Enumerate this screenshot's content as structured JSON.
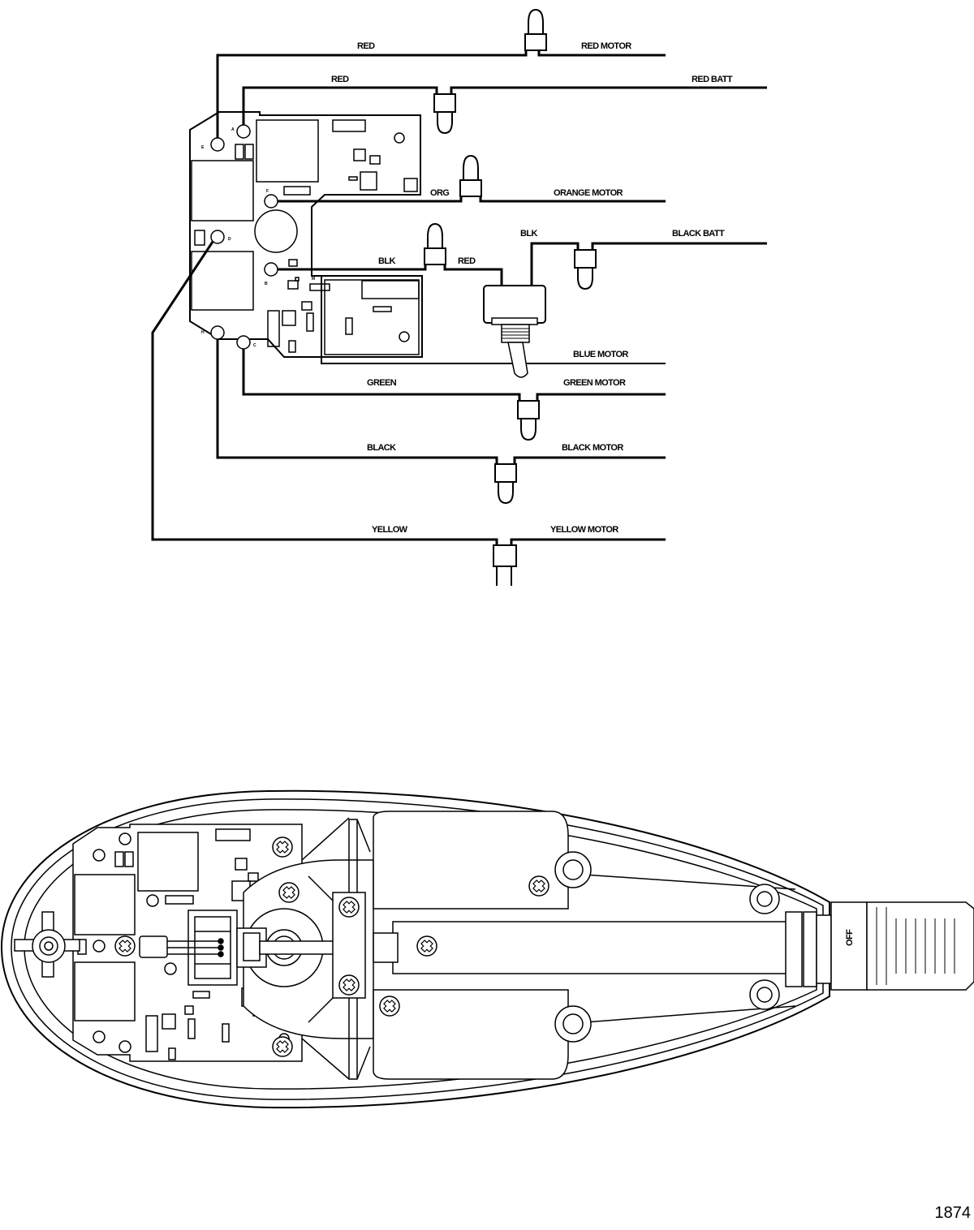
{
  "wiring": {
    "red": "RED",
    "red_motor": "RED MOTOR",
    "red2": "RED",
    "red_batt": "RED BATT",
    "org": "ORG",
    "orange_motor": "ORANGE MOTOR",
    "blk_switch": "BLK",
    "black_batt": "BLACK BATT",
    "blk": "BLK",
    "red_switch": "RED",
    "blue_motor": "BLUE MOTOR",
    "green": "GREEN",
    "green_motor": "GREEN MOTOR",
    "black": "BLACK",
    "black_motor": "BLACK MOTOR",
    "yellow": "YELLOW",
    "yellow_motor": "YELLOW MOTOR"
  },
  "board_terminals": {
    "e": "E",
    "a": "A",
    "f": "F",
    "d": "D",
    "b": "B",
    "m": "M",
    "h": "H",
    "c": "C"
  },
  "housing": {
    "off_label": "OFF"
  },
  "figure_number": "1874"
}
